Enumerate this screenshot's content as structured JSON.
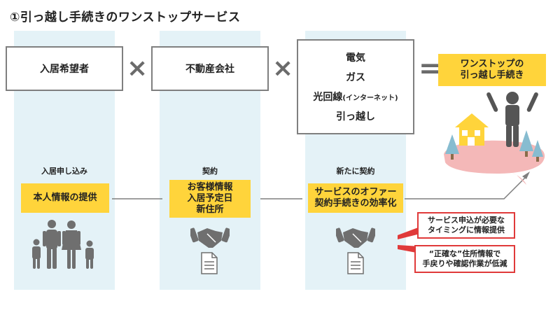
{
  "title": "①引っ越し手続きのワンストップサービス",
  "top": {
    "box1": "入居希望者",
    "box2": "不動産会社",
    "box3": {
      "line1": "電気",
      "line2": "ガス",
      "line3_main": "光回線",
      "line3_sub": "(インターネット)",
      "line4": "引っ越し"
    },
    "result_line1": "ワンストップの",
    "result_line2": "引っ越し手続き",
    "times": "×",
    "equals": "="
  },
  "stages": {
    "s1_label": "入居申し込み",
    "s1_box": "本人情報の提供",
    "s2_label": "契約",
    "s2_line1": "お客様情報",
    "s2_line2": "入居予定日",
    "s2_line3": "新住所",
    "s3_label": "新たに契約",
    "s3_line1": "サービスのオファー",
    "s3_line2": "契約手続きの効率化"
  },
  "callouts": {
    "c1_line1": "サービス申込が必要な",
    "c1_line2": "タイミングに情報提供",
    "c2_line1": "“正確な”住所情報で",
    "c2_line2": "手戻りや確認作業が低減"
  },
  "icons": [
    "family-icon",
    "handshake-icon",
    "document-icon",
    "house-icon",
    "person-celebrating-icon",
    "tree-icon"
  ],
  "colors": {
    "accent_yellow": "#ffd43b",
    "column_bg": "#e4f2f7",
    "callout_red": "#e03a3a",
    "island_pink": "#f4b8b8"
  }
}
